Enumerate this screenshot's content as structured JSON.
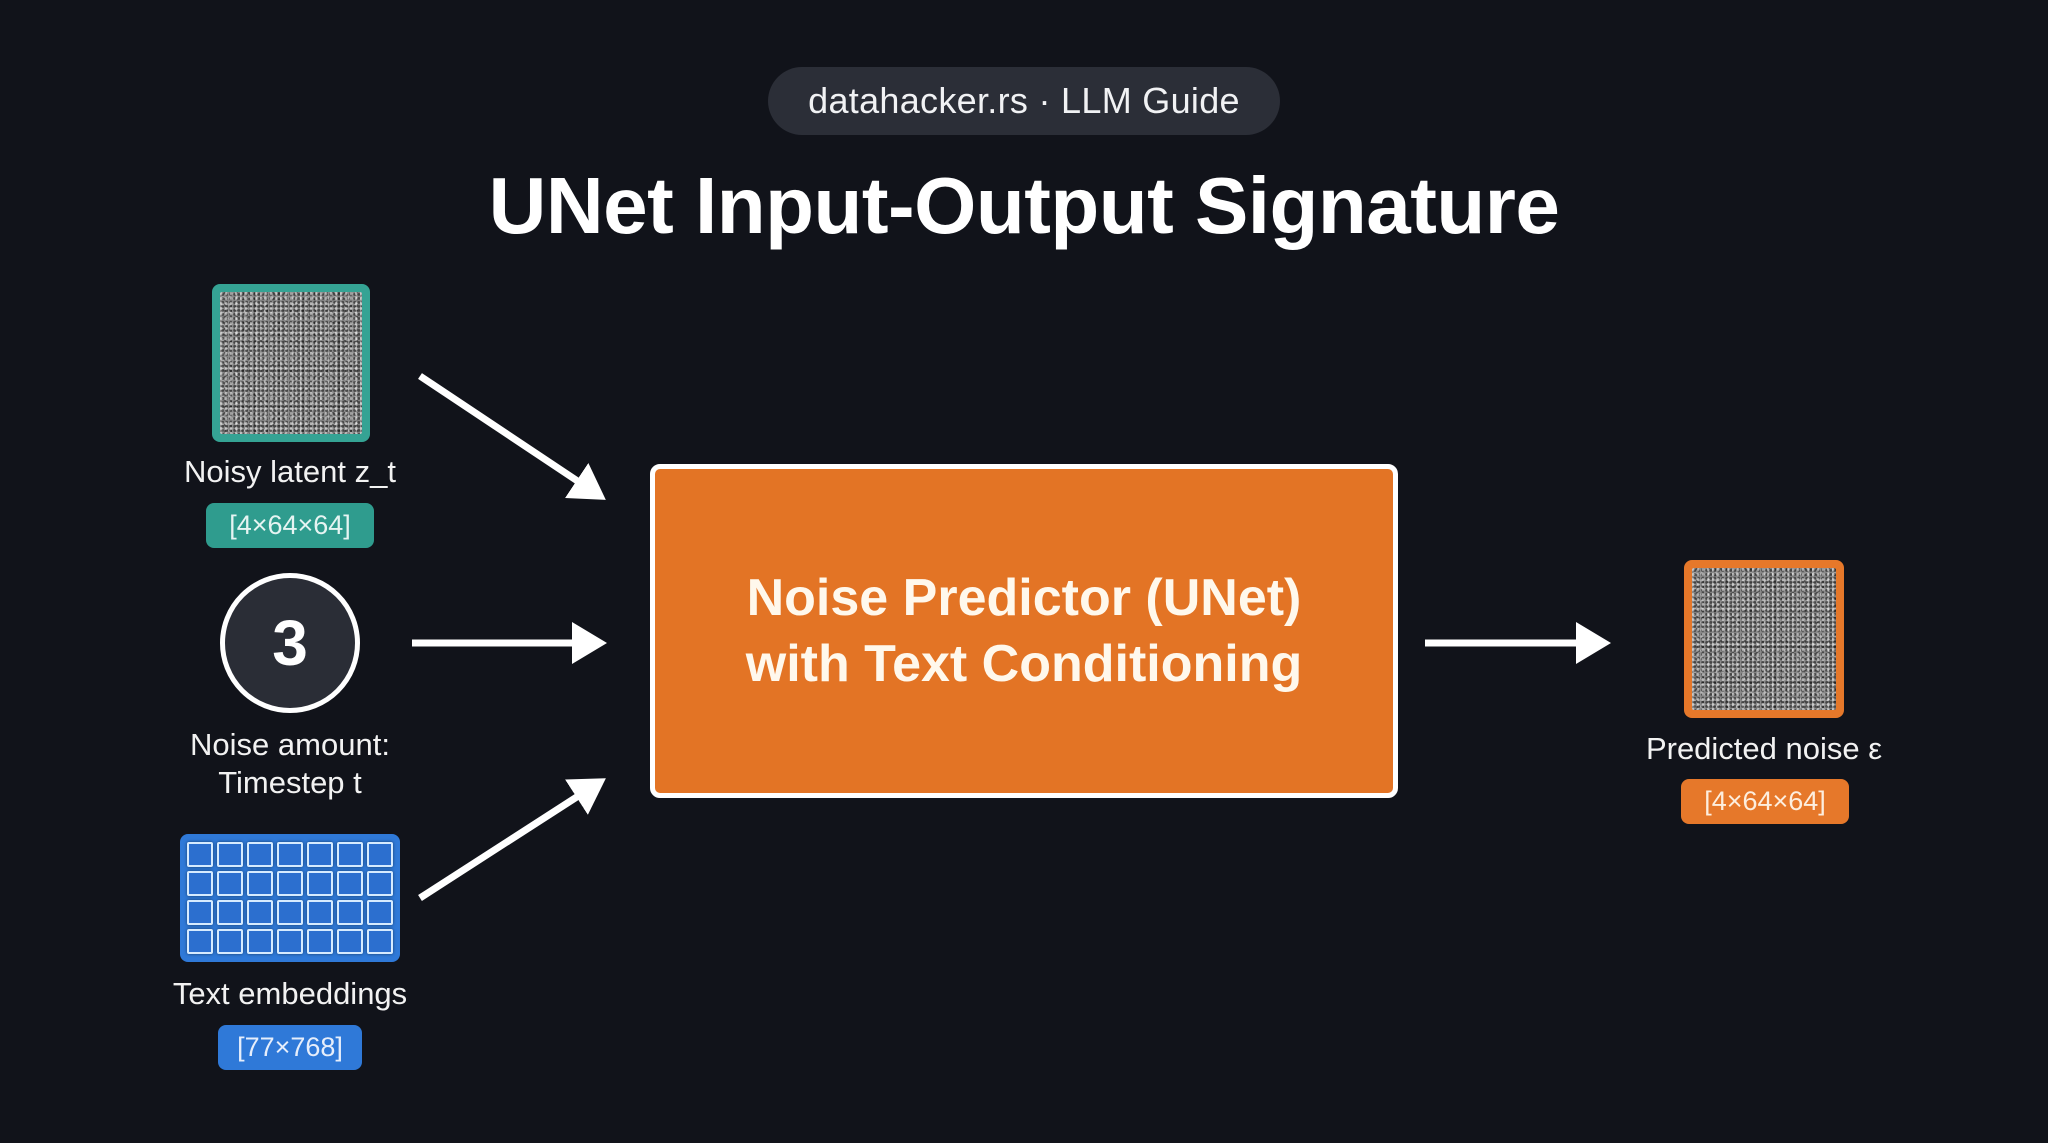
{
  "header": {
    "source_pill": "datahacker.rs · LLM Guide",
    "title": "UNet Input-Output Signature"
  },
  "inputs": [
    {
      "id": "noisy-latent",
      "icon": "noise-image-icon",
      "label": "Noisy latent z_t",
      "shape": "[4×64×64]",
      "color": "#35a394"
    },
    {
      "id": "timestep",
      "icon": "number-circle-icon",
      "value": "3",
      "label_line1": "Noise amount:",
      "label_line2": "Timestep t",
      "color": "#ffffff"
    },
    {
      "id": "text-embeddings",
      "icon": "embedding-grid-icon",
      "grid_rows": 4,
      "grid_cols": 7,
      "label": "Text embeddings",
      "shape": "[77×768]",
      "color": "#2f79d8"
    }
  ],
  "model": {
    "line1": "Noise Predictor (UNet)",
    "line2": "with Text Conditioning",
    "color": "#e37425"
  },
  "output": {
    "id": "predicted-noise",
    "icon": "noise-image-icon",
    "label": "Predicted noise ε",
    "shape": "[4×64×64]",
    "color": "#e6782a"
  },
  "colors": {
    "background": "#11131a",
    "pill": "#2b2e37",
    "arrow": "#ffffff"
  }
}
